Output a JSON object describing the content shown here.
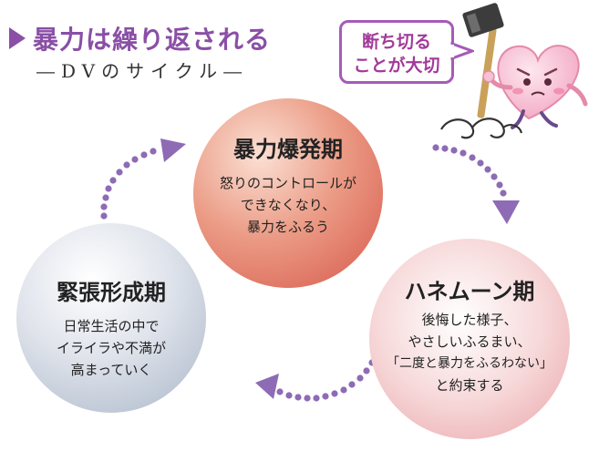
{
  "header": {
    "title": "暴力は繰り返される",
    "subtitle": "―DVのサイクル―"
  },
  "callout": {
    "lines": [
      "断ち切る",
      "ことが大切"
    ]
  },
  "phases": [
    {
      "title": "暴力爆発期",
      "lines": [
        "怒りのコントロールが",
        "できなくなり、",
        "暴力をふるう"
      ]
    },
    {
      "title": "ハネムーン期",
      "lines": [
        "後悔した様子、",
        "やさしいふるまい、",
        "「二度と暴力をふるわない」",
        "と約束する"
      ]
    },
    {
      "title": "緊張形成期",
      "lines": [
        "日常生活の中で",
        "イライラや不満が",
        "高まっていく"
      ]
    }
  ],
  "colors": {
    "accent": "#8a4fa6",
    "arrow": "#8e6bb5"
  }
}
